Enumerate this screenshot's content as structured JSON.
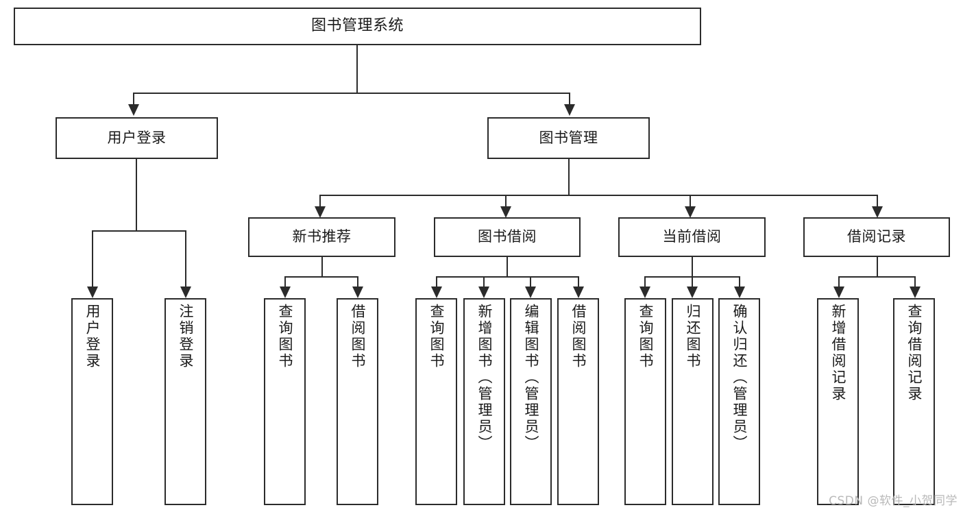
{
  "diagram": {
    "title": "图书管理系统",
    "type": "tree",
    "root": {
      "id": "root",
      "label": "图书管理系统",
      "orientation": "horizontal"
    },
    "level2": [
      {
        "id": "user-login",
        "label": "用户登录",
        "orientation": "horizontal"
      },
      {
        "id": "book-management",
        "label": "图书管理",
        "orientation": "horizontal"
      }
    ],
    "level3": [
      {
        "id": "new-book-recommend",
        "label": "新书推荐",
        "orientation": "horizontal",
        "parent": "book-management"
      },
      {
        "id": "book-borrow",
        "label": "图书借阅",
        "orientation": "horizontal",
        "parent": "book-management"
      },
      {
        "id": "current-borrow",
        "label": "当前借阅",
        "orientation": "horizontal",
        "parent": "book-management"
      },
      {
        "id": "borrow-record",
        "label": "借阅记录",
        "orientation": "horizontal",
        "parent": "book-management"
      }
    ],
    "leaves": [
      {
        "id": "leaf-user-login",
        "label": "用户登录",
        "orientation": "vertical",
        "parent": "user-login"
      },
      {
        "id": "leaf-user-logout",
        "label": "注销登录",
        "orientation": "vertical",
        "parent": "user-login"
      },
      {
        "id": "leaf-query-book-1",
        "label": "查询图书",
        "orientation": "vertical",
        "parent": "new-book-recommend"
      },
      {
        "id": "leaf-borrow-book-1",
        "label": "借阅图书",
        "orientation": "vertical",
        "parent": "new-book-recommend"
      },
      {
        "id": "leaf-query-book-2",
        "label": "查询图书",
        "orientation": "vertical",
        "parent": "book-borrow"
      },
      {
        "id": "leaf-add-book",
        "label": "新增图书（管理员）",
        "orientation": "vertical",
        "parent": "book-borrow"
      },
      {
        "id": "leaf-edit-book",
        "label": "编辑图书（管理员）",
        "orientation": "vertical",
        "parent": "book-borrow"
      },
      {
        "id": "leaf-borrow-book-2",
        "label": "借阅图书",
        "orientation": "vertical",
        "parent": "book-borrow"
      },
      {
        "id": "leaf-query-book-3",
        "label": "查询图书",
        "orientation": "vertical",
        "parent": "current-borrow"
      },
      {
        "id": "leaf-return-book",
        "label": "归还图书",
        "orientation": "vertical",
        "parent": "current-borrow"
      },
      {
        "id": "leaf-confirm-return",
        "label": "确认归还（管理员）",
        "orientation": "vertical",
        "parent": "current-borrow"
      },
      {
        "id": "leaf-add-record",
        "label": "新增借阅记录",
        "orientation": "vertical",
        "parent": "borrow-record"
      },
      {
        "id": "leaf-query-record",
        "label": "查询借阅记录",
        "orientation": "vertical",
        "parent": "borrow-record"
      }
    ],
    "colors": {
      "stroke": "#2b2b2b",
      "fill": "#ffffff",
      "text": "#1a1a1a",
      "watermark": "#b9b9b9"
    }
  },
  "watermark": {
    "text": "CSDN @软件_小贺同学"
  }
}
